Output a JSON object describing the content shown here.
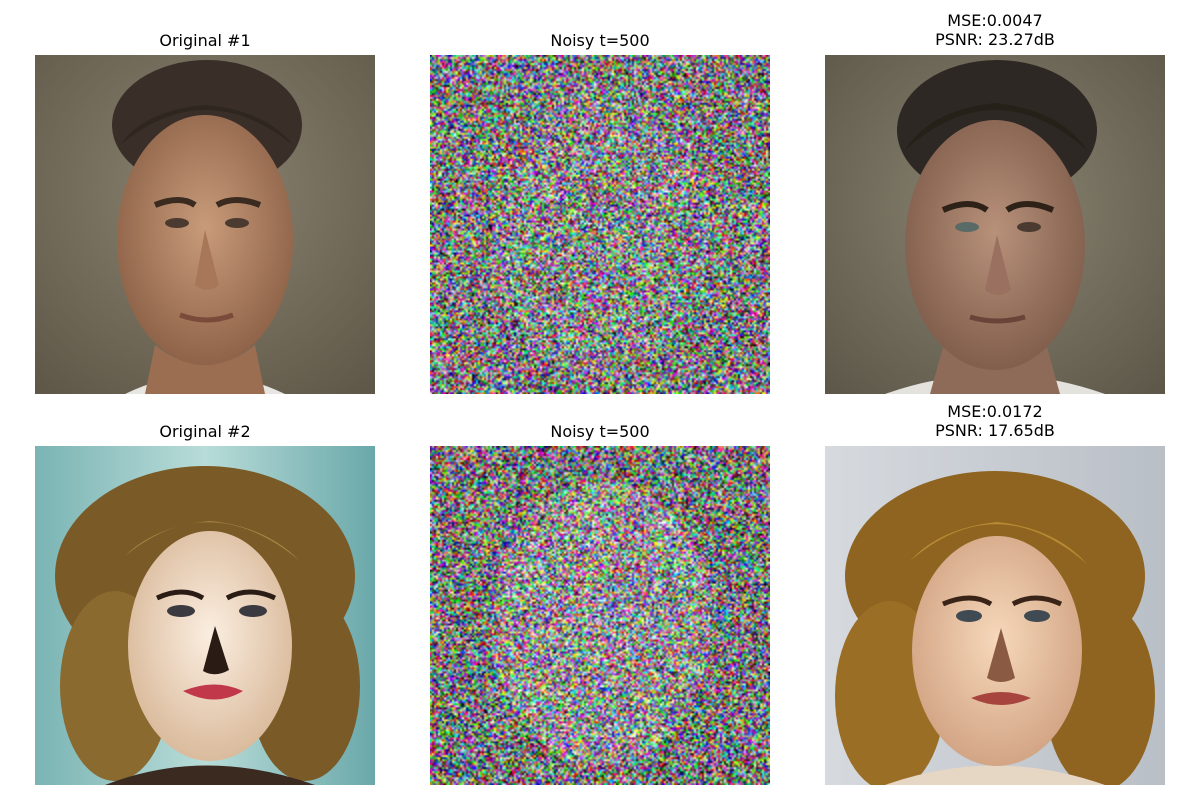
{
  "row1": {
    "original_title": "Original #1",
    "noisy_title": "Noisy t=500",
    "recon_mse": "MSE:0.0047",
    "recon_psnr": "PSNR: 23.27dB"
  },
  "row2": {
    "original_title": "Original #2",
    "noisy_title": "Noisy t=500",
    "recon_mse": "MSE:0.0172",
    "recon_psnr": "PSNR: 17.65dB"
  },
  "colors": {
    "bg_face1": "#7e7664",
    "skin_face1": "#b58a6c",
    "hair_face1": "#3a2f28",
    "bg_recon1": "#6f6a5c",
    "skin_recon1": "#a88470",
    "bg_face2": "#8fc4c2",
    "skin_face2": "#f1dcc2",
    "hair_face2": "#8a6a2e",
    "bg_recon2": "#c9cdd2",
    "skin_recon2": "#ecc8a8",
    "hair_recon2": "#9a6e24"
  }
}
